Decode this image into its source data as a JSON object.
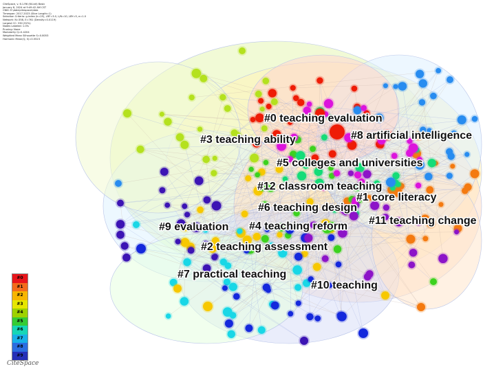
{
  "info_lines": [
    "CiteSpace, v. 6.1.R6 (64-bit) Basic",
    "January 8, 2024 at 9:49:42 AM CST",
    "CNKI: E:\\data\\citespace\\data",
    "Timespan: 2017-2023 (Slice Length=1)",
    "Selection Criteria: g-index (k=25), LRF=3.0, L/N=10, LBY=5, e=1.0",
    "Network: N=358, E=761 (Density=0.0119)",
    "Largest CC: 330 (92%)",
    "Nodes Labeled: 1.0%",
    "Pruning: None",
    "Modularity Q=0.4204",
    "Weighted Mean Silhouette S=0.8053",
    "Harmonic Mean(Q, S)=0.5523"
  ],
  "clusters": [
    {
      "id": 0,
      "label": "#0 teaching evaluation",
      "color": "#ee1c06"
    },
    {
      "id": 1,
      "label": "#1 core literacy",
      "color": "#f47a10"
    },
    {
      "id": 2,
      "label": "#2 teaching assessment",
      "color": "#f7c800"
    },
    {
      "id": 3,
      "label": "#3 teaching ability",
      "color": "#b4e11e"
    },
    {
      "id": 4,
      "label": "#4 teaching reform",
      "color": "#3cd21e"
    },
    {
      "id": 5,
      "label": "#5 colleges and universities",
      "color": "#14dc78"
    },
    {
      "id": 6,
      "label": "#6 teaching design",
      "color": "#19d7e6"
    },
    {
      "id": 7,
      "label": "#7 practical teaching",
      "color": "#288cf0"
    },
    {
      "id": 8,
      "label": "#8 artificial intelligence",
      "color": "#1428dc"
    },
    {
      "id": 9,
      "label": "#9 evaluation",
      "color": "#3c14b4"
    },
    {
      "id": 10,
      "label": "#10 teaching",
      "color": "#8c14c8"
    },
    {
      "id": 11,
      "label": "#11 teaching change",
      "color": "#dc14dc"
    },
    {
      "id": 12,
      "label": "#12 classroom teaching",
      "color": "#ff5a5a"
    }
  ],
  "legend": [
    "#0",
    "#1",
    "#2",
    "#3",
    "#4",
    "#5",
    "#6",
    "#7",
    "#8",
    "#9"
  ],
  "legend_colors": [
    "#e8151b",
    "#f36b1b",
    "#f7b500",
    "#e6e600",
    "#9ed200",
    "#35cc35",
    "#16d6b6",
    "#18b0e8",
    "#2b6de0",
    "#2630b8"
  ],
  "logo": "CiteSpace"
}
